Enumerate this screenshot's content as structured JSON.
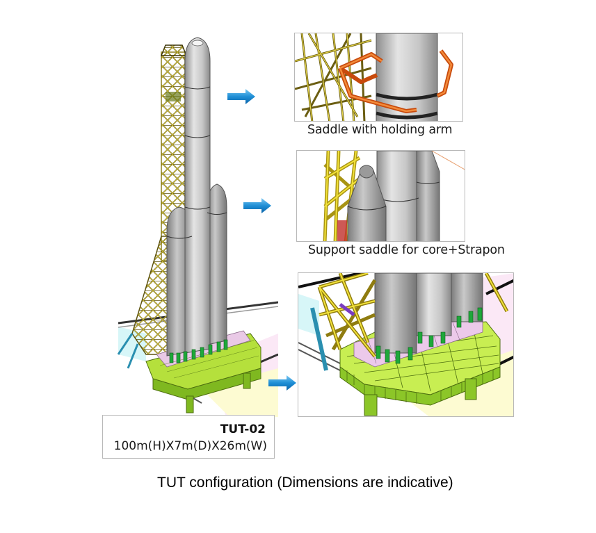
{
  "figure": {
    "caption": "TUT configuration (Dimensions are indicative)"
  },
  "main_view": {
    "label_title": "TUT-02",
    "label_dimensions": "100m(H)X7m(D)X26m(W)",
    "description": "Umbilical tower with launch vehicle (core + two strap-ons) on mobile pedestal"
  },
  "detail_panels": [
    {
      "caption": "Saddle with holding arm"
    },
    {
      "caption": "Support saddle for core+Strapon"
    },
    {
      "caption": ""
    }
  ],
  "colors": {
    "tower_yellow": "#d8c23a",
    "tower_dark": "#6b5e12",
    "holding_arm_orange": "#e86a1e",
    "vehicle_gray": "#b9b9b9",
    "pedestal_green": "#b5e03c",
    "platform_pink": "#e9c9e6",
    "support_green": "#1ea83a",
    "arrow_blue": "#1f8fd6",
    "floor_cream": "#fdfbd2",
    "floor_pink": "#fbe8f6",
    "floor_cyan": "#d7f6f8"
  }
}
